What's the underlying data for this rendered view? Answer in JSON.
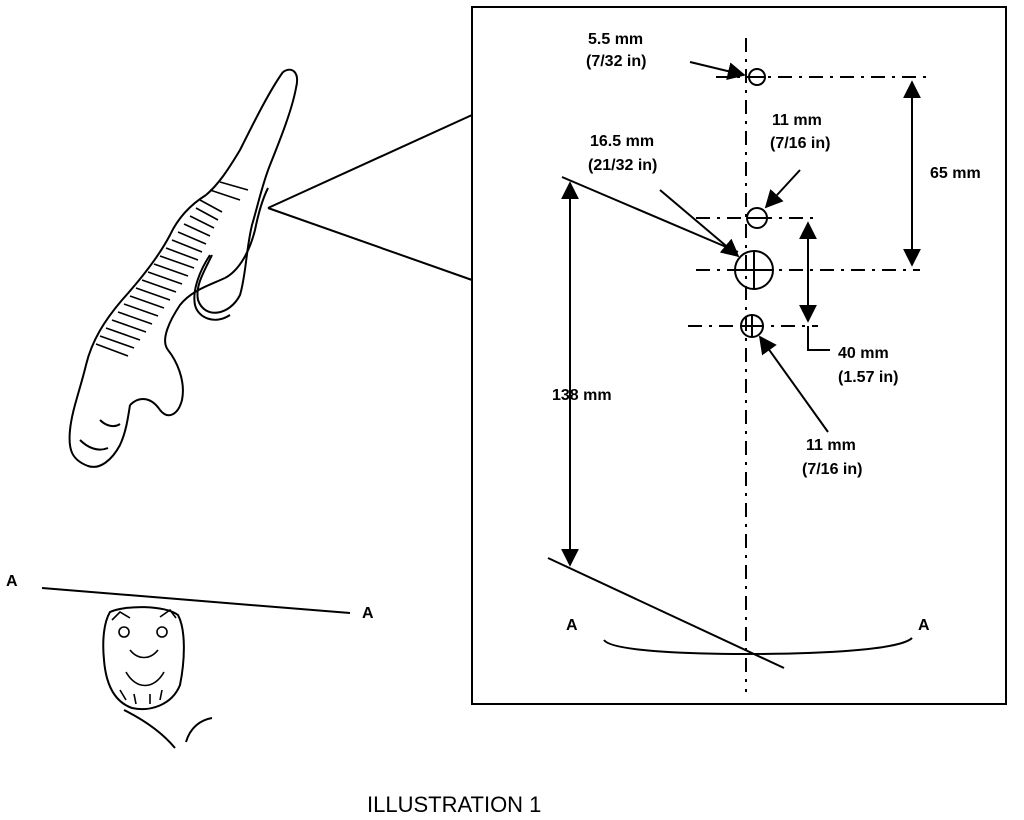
{
  "labels": {
    "hole_top_mm": "5.5 mm",
    "hole_top_in": "(7/32 in)",
    "hole_upper_small_mm": "11 mm",
    "hole_upper_small_in": "(7/16 in)",
    "hole_large_mm": "16.5 mm",
    "hole_large_in": "(21/32 in)",
    "dim_65": "65 mm",
    "dim_138": "138 mm",
    "dim_40_mm": "40 mm",
    "dim_40_in": "(1.57 in)",
    "hole_lower_small_mm": "11 mm",
    "hole_lower_small_in": "(7/16 in)",
    "section_left": "A",
    "section_right": "A",
    "mascot_left": "A",
    "mascot_right": "A"
  },
  "caption": "ILLUSTRATION 1"
}
